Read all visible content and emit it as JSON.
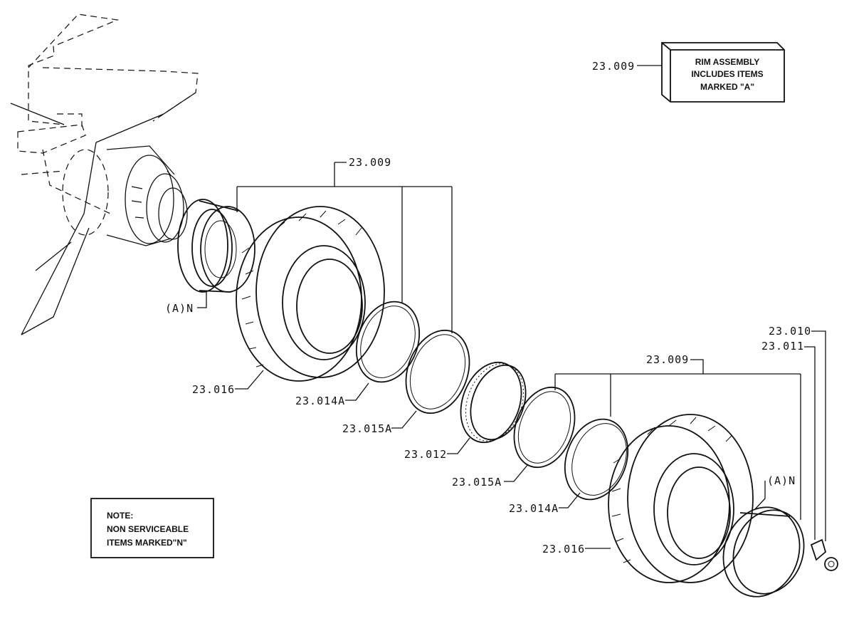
{
  "rim_assembly_box": {
    "ref": "23.009",
    "lines": [
      "RIM ASSEMBLY",
      "INCLUDES ITEMS",
      "MARKED \"A\""
    ]
  },
  "note_box": {
    "lines": [
      "NOTE:",
      "NON SERVICEABLE",
      "ITEMS MARKED\"N\""
    ]
  },
  "callouts": {
    "upper_rim_assembly": "23.009",
    "lower_rim_assembly": "23.009",
    "upper_hub_flag": "(A)N",
    "lower_hub_flag": "(A)N",
    "upper_tire": "23.016",
    "lower_tire": "23.016",
    "upper_ring_a": "23.014A",
    "upper_ring_b": "23.015A",
    "lock_ring": "23.012",
    "lower_ring_b": "23.015A",
    "lower_ring_a": "23.014A",
    "nut_a": "23.010",
    "nut_b": "23.011"
  }
}
